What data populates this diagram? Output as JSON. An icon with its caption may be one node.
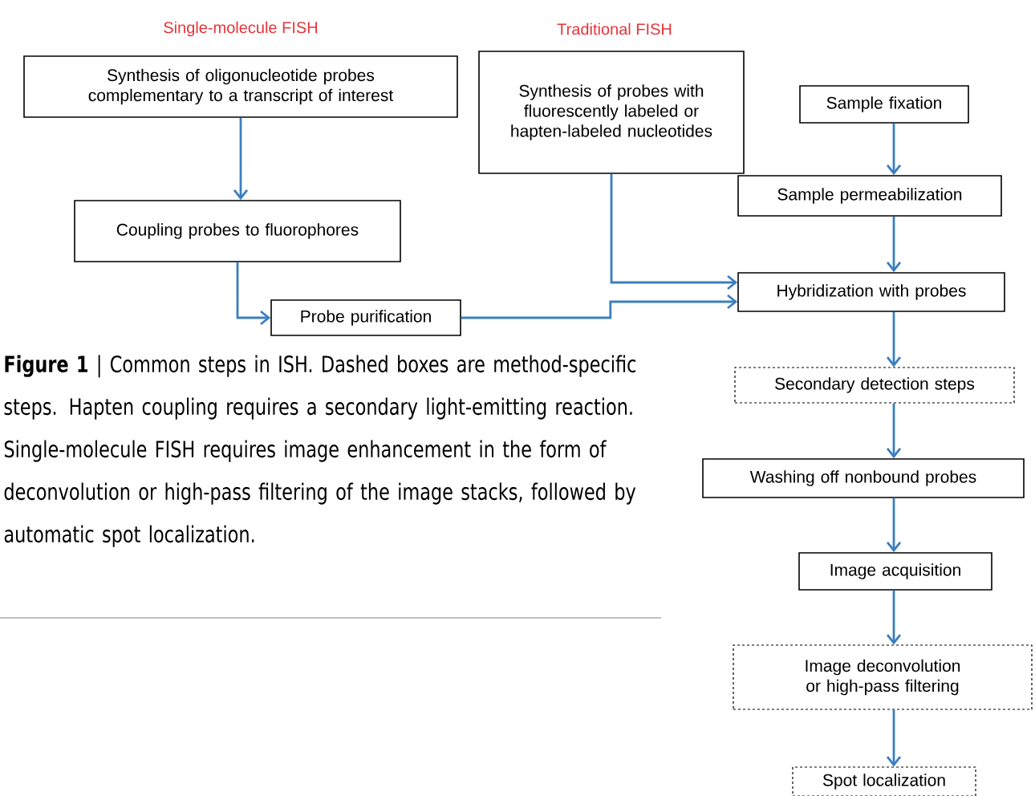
{
  "diagram": {
    "caption": "**Figure 1** | Common steps in ISH. Dashed boxes are method-specific steps. Hapten coupling requires a secondary light-emitting reaction. Single-molecule FISH requires image enhancement in the form of deconvolution or high-pass filtering of the image stacks, followed by automatic spot localization.",
    "nodes": [
      {
        "text": [
          "Synthesis of oligonucleotide probes complementary to a transcript of interest"
        ]
      },
      {
        "text": [
          "Coupling probes to fluorophores"
        ]
      },
      {
        "text": [
          "Probe purification"
        ]
      },
      {
        "text": [
          "Synthesis of probes with fluorescently labeled or hapten-labeled nucleotides"
        ]
      },
      {
        "text": [
          "Sample fixation"
        ]
      },
      {
        "text": [
          "Sample permeabilization"
        ]
      },
      {
        "text": [
          "Hybridization with probes"
        ]
      },
      {
        "text": [
          "Secondary detection steps"
        ]
      },
      {
        "text": [
          "Washing off nonbound probes"
        ]
      },
      {
        "text": [
          "Image acquisition"
        ]
      },
      {
        "text": [
          "Image deconvolution or high-pass filtering"
        ]
      },
      {
        "text": [
          "Spot localization"
        ]
      }
    ],
    "edges": [
      {
        "from": 0,
        "to": 1,
        "arrow": "to"
      },
      {
        "from": 1,
        "to": 2,
        "arrow": "to"
      },
      {
        "from": 3,
        "to": 6,
        "arrow": "to"
      },
      {
        "from": 2,
        "to": 6,
        "arrow": "to"
      },
      {
        "from": 4,
        "to": 5,
        "arrow": "to"
      },
      {
        "from": 5,
        "to": 6,
        "arrow": "to"
      },
      {
        "from": 6,
        "to": 7,
        "arrow": "to"
      },
      {
        "from": 7,
        "to": 8,
        "arrow": "to"
      },
      {
        "from": 8,
        "to": 9,
        "arrow": "to"
      },
      {
        "from": 9,
        "to": 10,
        "arrow": "to"
      },
      {
        "from": 10,
        "to": 11,
        "arrow": "to"
      }
    ],
    "labels": [
      "Single-molecule FISH",
      "Traditional FISH"
    ]
  }
}
